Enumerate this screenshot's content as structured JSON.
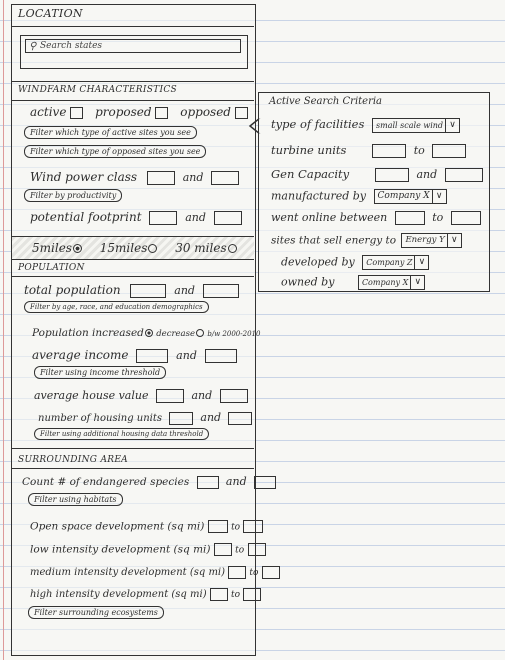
{
  "location": {
    "title": "LOCATION",
    "search_placeholder": "Search states"
  },
  "windfarm": {
    "title": "WINDFARM CHARACTERISTICS",
    "statuses": [
      "active",
      "proposed",
      "opposed"
    ],
    "filter_active": "Filter which type of active sites you see",
    "filter_opposed": "Filter which type of opposed sites you see",
    "wind_power_class": "Wind power class",
    "and": "and",
    "filter_productivity": "Filter by productivity",
    "potential_footprint": "potential footprint",
    "radius_options": [
      {
        "label": "5miles",
        "selected": true
      },
      {
        "label": "15miles",
        "selected": false
      },
      {
        "label": "30 miles",
        "selected": false
      }
    ]
  },
  "population": {
    "title": "POPULATION",
    "total_population": "total population",
    "filter_demographics": "Filter by age, race, and education demographics",
    "population_change": "Population increased",
    "options": [
      {
        "label": "decrease",
        "selected": true
      },
      {
        "label": "b/w 2000-2010",
        "selected": false
      }
    ],
    "average_income": "average income",
    "filter_income": "Filter using income threshold",
    "average_house_value": "average house value",
    "housing_units": "number of housing units",
    "filter_housing": "Filter using additional housing data threshold"
  },
  "surrounding": {
    "title": "SURROUNDING AREA",
    "endangered": "Count # of endangered species",
    "endangered_and": "and",
    "filter_habitats": "Filter using habitats",
    "open_space": "Open space development (sq mi)",
    "low_intensity": "low intensity development (sq mi)",
    "medium_intensity": "medium intensity development (sq mi)",
    "high_intensity": "high intensity development (sq mi)",
    "to": "to",
    "filter_ecosystems": "Filter surrounding ecosystems"
  },
  "criteria": {
    "title": "Active Search Criteria",
    "type_of_facilities": "type of facilities",
    "facility_value": "small scale wind",
    "turbine_units": "turbine units",
    "gen_capacity": "Gen Capacity",
    "manufactured_by": "manufactured by",
    "manufacturer_value": "Company X",
    "went_online": "went online between",
    "sells_energy": "sites that sell energy to",
    "energy_value": "Energy Y",
    "developed_by": "developed by",
    "developer_value": "Company Z",
    "owned_by": "owned by",
    "owner_value": "Company X",
    "to": "to",
    "and": "and"
  }
}
